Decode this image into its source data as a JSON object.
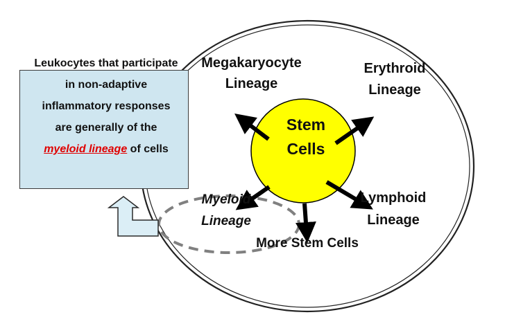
{
  "info_box": {
    "line1": "Leukocytes that participate",
    "line2": "in non-adaptive",
    "line3": "inflammatory responses",
    "line4": "are generally of the",
    "line5_highlight": "myeloid lineage",
    "line5_rest": " of cells"
  },
  "center": {
    "line1": "Stem",
    "line2": "Cells"
  },
  "lineages": {
    "megakaryocyte": [
      "Megakaryocyte",
      "Lineage"
    ],
    "erythroid": [
      "Erythroid",
      "Lineage"
    ],
    "myeloid": [
      "Myeloid",
      "Lineage"
    ],
    "lymphoid": [
      "Lymphoid",
      "Lineage"
    ],
    "more_stem": "More Stem Cells"
  },
  "colors": {
    "stem_fill": "#ffff00",
    "box_fill": "#cfe6f0",
    "highlight": "#e00000",
    "return_arrow_fill": "#dbeef6",
    "dashed_ellipse": "#808080"
  }
}
